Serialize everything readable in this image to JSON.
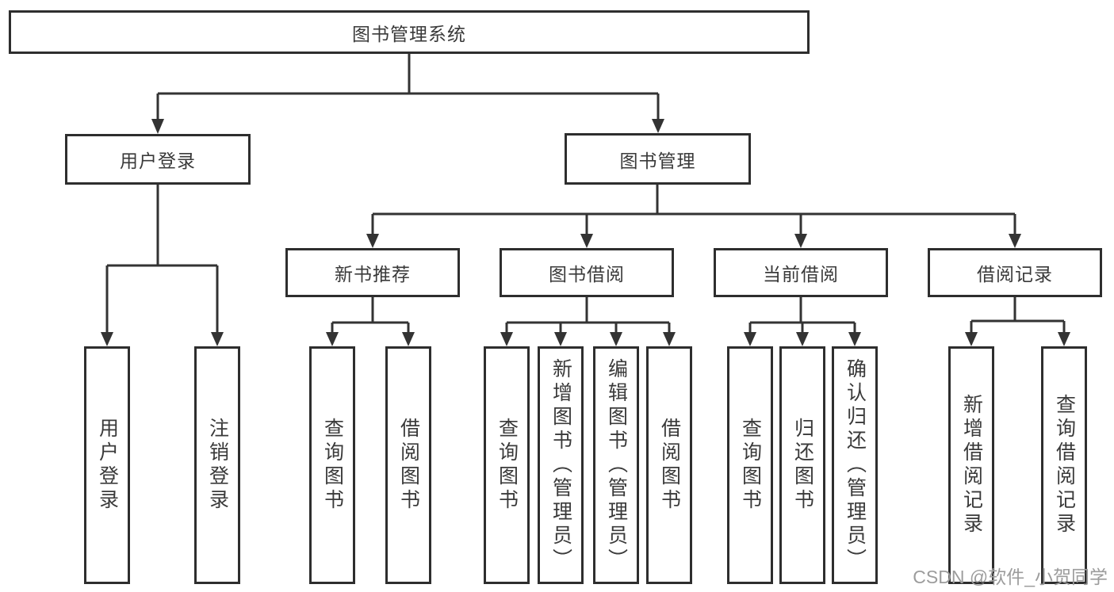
{
  "tree": {
    "root": {
      "label": "图书管理系统"
    },
    "branches": [
      {
        "label": "用户登录",
        "leaves": [
          {
            "label": "用户登录"
          },
          {
            "label": "注销登录"
          }
        ]
      },
      {
        "label": "图书管理",
        "groups": [
          {
            "label": "新书推荐",
            "leaves": [
              {
                "label": "查询图书"
              },
              {
                "label": "借阅图书"
              }
            ]
          },
          {
            "label": "图书借阅",
            "leaves": [
              {
                "label": "查询图书"
              },
              {
                "label": "新增图书（管理员）"
              },
              {
                "label": "编辑图书（管理员）"
              },
              {
                "label": "借阅图书"
              }
            ]
          },
          {
            "label": "当前借阅",
            "leaves": [
              {
                "label": "查询图书"
              },
              {
                "label": "归还图书"
              },
              {
                "label": "确认归还（管理员）"
              }
            ]
          },
          {
            "label": "借阅记录",
            "leaves": [
              {
                "label": "新增借阅记录"
              },
              {
                "label": "查询借阅记录"
              }
            ]
          }
        ]
      }
    ]
  },
  "watermark": {
    "text": "CSDN @软件_小贺同学"
  },
  "colors": {
    "background": "#ffffff",
    "line": "#333333",
    "box_border": "#2e2e2e",
    "text": "#3a3a3a",
    "watermark": "#9c9c9c"
  }
}
